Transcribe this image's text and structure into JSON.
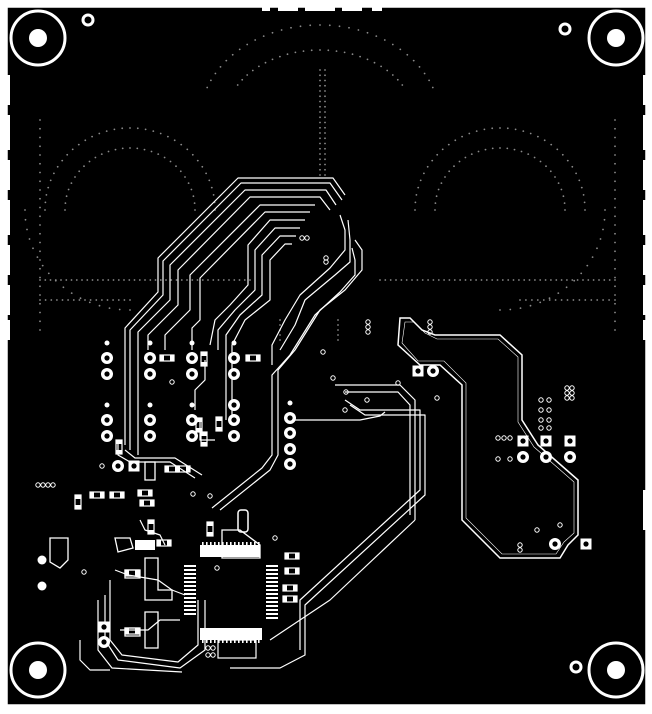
{
  "figure": {
    "kind": "pcb-layer-artwork",
    "colors": {
      "background": "#000000",
      "copper": "#ffffff",
      "page": "#ffffff"
    }
  },
  "mounting_holes": [
    {
      "name": "mounting-hole-top-left"
    },
    {
      "name": "mounting-hole-top-right"
    },
    {
      "name": "mounting-hole-bottom-left"
    },
    {
      "name": "mounting-hole-bottom-right"
    }
  ]
}
